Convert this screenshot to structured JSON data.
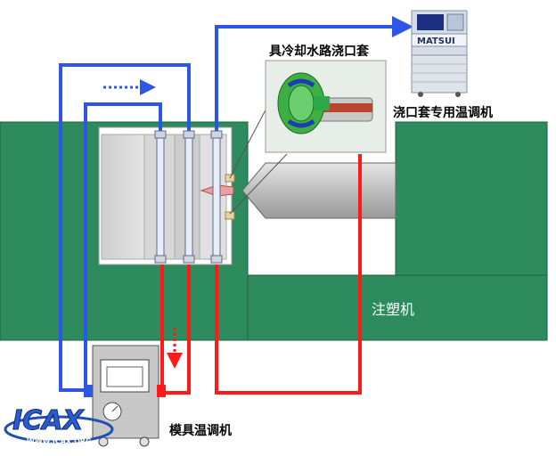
{
  "labels": {
    "sprue_bush_title": "具冷却水路浇口套",
    "sprue_controller": "浇口套专用温调机",
    "injection_machine": "注塑机",
    "mold_controller": "模具温调机"
  },
  "brand": {
    "controller_brand": "MATSUI",
    "logo_text": "ICAX",
    "logo_url": "WWW.ICAX.ORG"
  },
  "colors": {
    "machine_green": "#2e8b5e",
    "hot_water_red": "#ff1a1a",
    "cold_water_blue": "#2f55e6",
    "mold_gray": "#d3d3d3"
  }
}
